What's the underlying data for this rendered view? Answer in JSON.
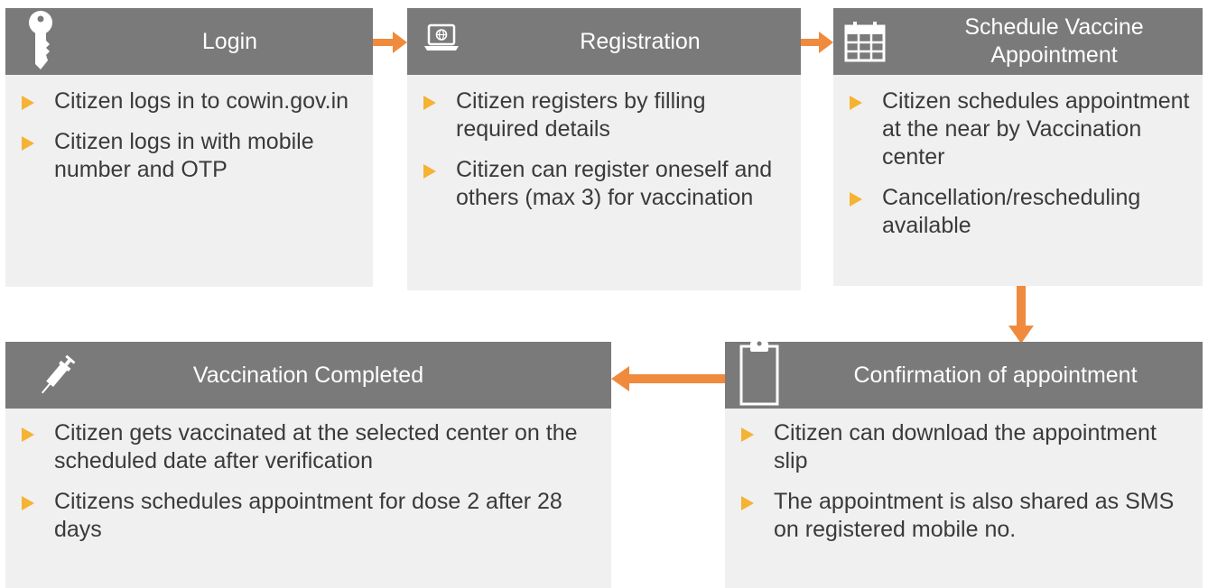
{
  "steps": {
    "login": {
      "title": "Login",
      "bullets": [
        "Citizen logs in to cowin.gov.in",
        "Citizen logs in with mobile number and OTP"
      ]
    },
    "registration": {
      "title": "Registration",
      "bullets": [
        "Citizen registers by filling required details",
        "Citizen can register oneself and others (max 3) for vaccination"
      ]
    },
    "schedule": {
      "title": "Schedule Vaccine Appointment",
      "bullets": [
        "Citizen schedules appointment at the near by Vaccination center",
        "Cancellation/rescheduling available"
      ]
    },
    "confirmation": {
      "title": "Confirmation of appointment",
      "bullets": [
        "Citizen can download the appointment slip",
        "The appointment is also shared as SMS on registered mobile no."
      ]
    },
    "vaccination": {
      "title": "Vaccination Completed",
      "bullets": [
        "Citizen gets vaccinated at the selected center on the scheduled date after verification",
        "Citizens schedules appointment for dose 2 after 28 days"
      ]
    }
  },
  "icons": {
    "login": "key-icon",
    "registration": "laptop-globe-icon",
    "schedule": "calendar-icon",
    "confirmation": "clipboard-icon",
    "vaccination": "syringe-icon"
  },
  "colors": {
    "header_bg": "#7a7a7a",
    "card_bg": "#f0f0f0",
    "connector": "#f08a3c",
    "bullet": "#f5b333"
  }
}
